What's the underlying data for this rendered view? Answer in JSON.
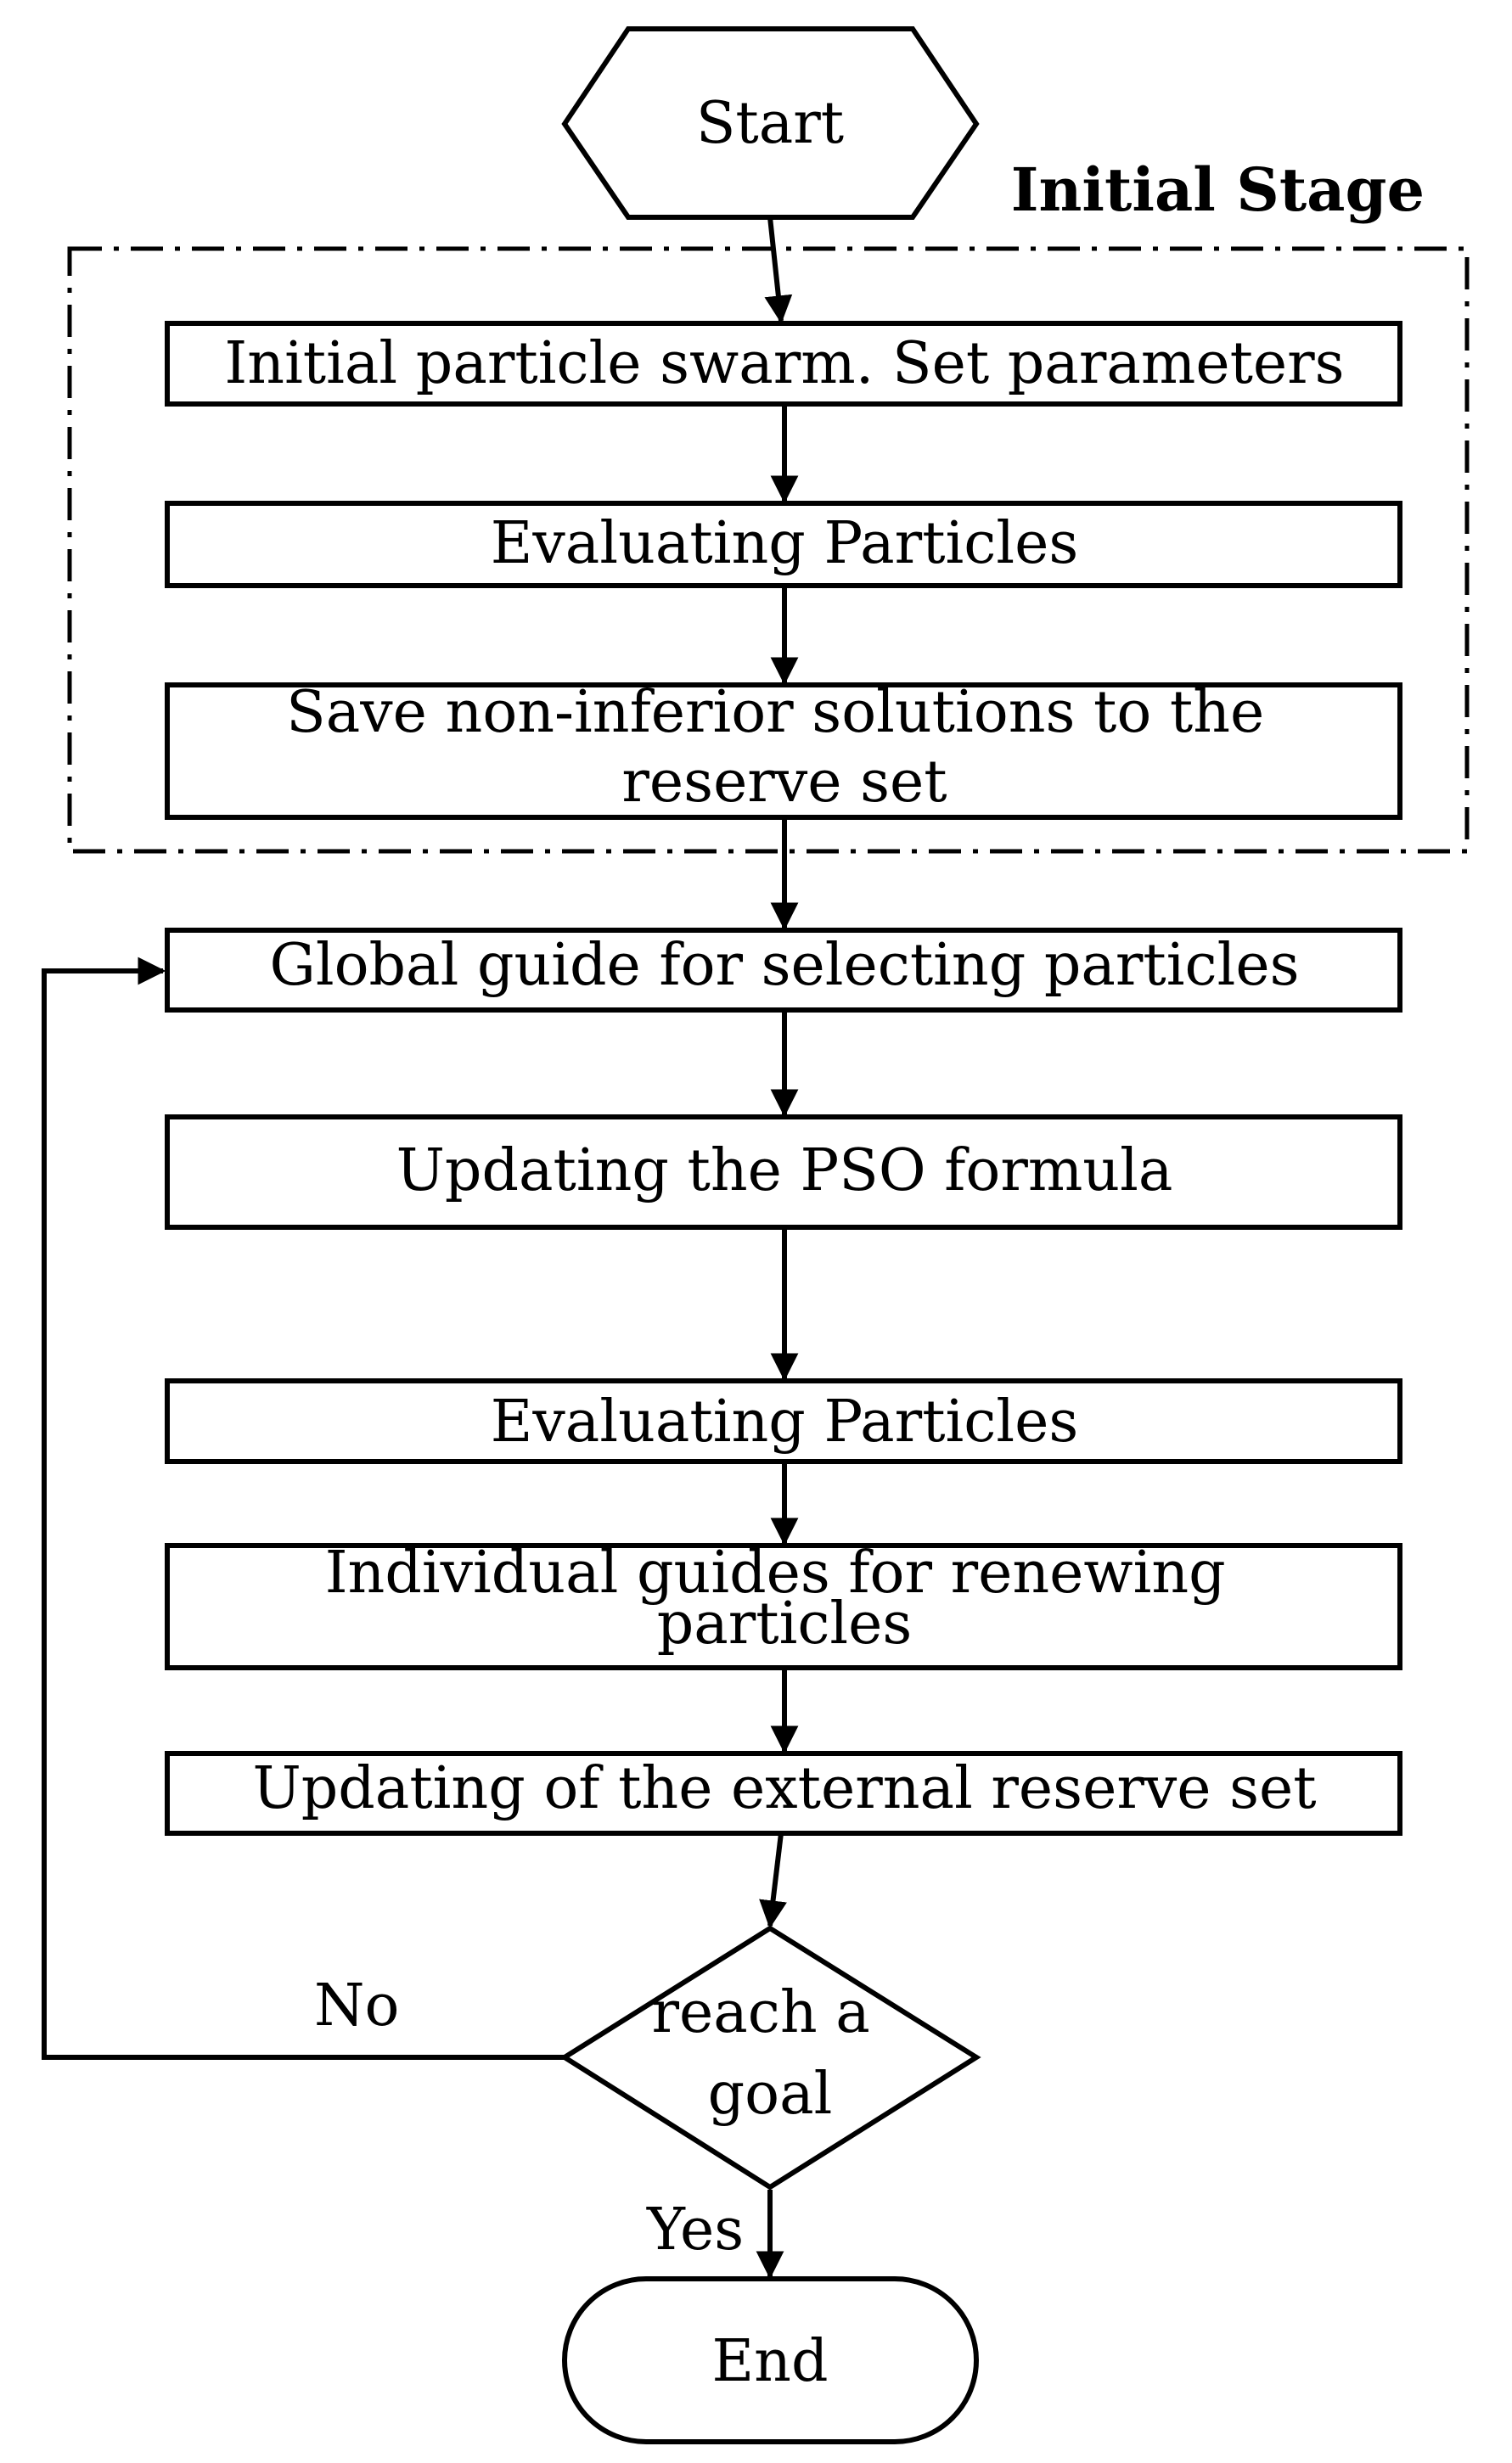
{
  "stage_label": "Initial Stage",
  "nodes": {
    "start": "Start",
    "init_swarm": "Initial particle swarm. Set parameters",
    "evaluate_1": "Evaluating Particles",
    "save_nondominated": [
      "Save non-inferior solutions to the",
      "reserve set"
    ],
    "global_guide": "Global guide for selecting particles",
    "update_pso": "Updating the PSO formula",
    "evaluate_2": "Evaluating Particles",
    "individual_guides": [
      "Individual guides for renewing",
      "particles"
    ],
    "update_reserve": "Updating of the external reserve set",
    "decision": [
      "reach a",
      "goal"
    ],
    "end": "End"
  },
  "edge_labels": {
    "no": "No",
    "yes": "Yes"
  }
}
